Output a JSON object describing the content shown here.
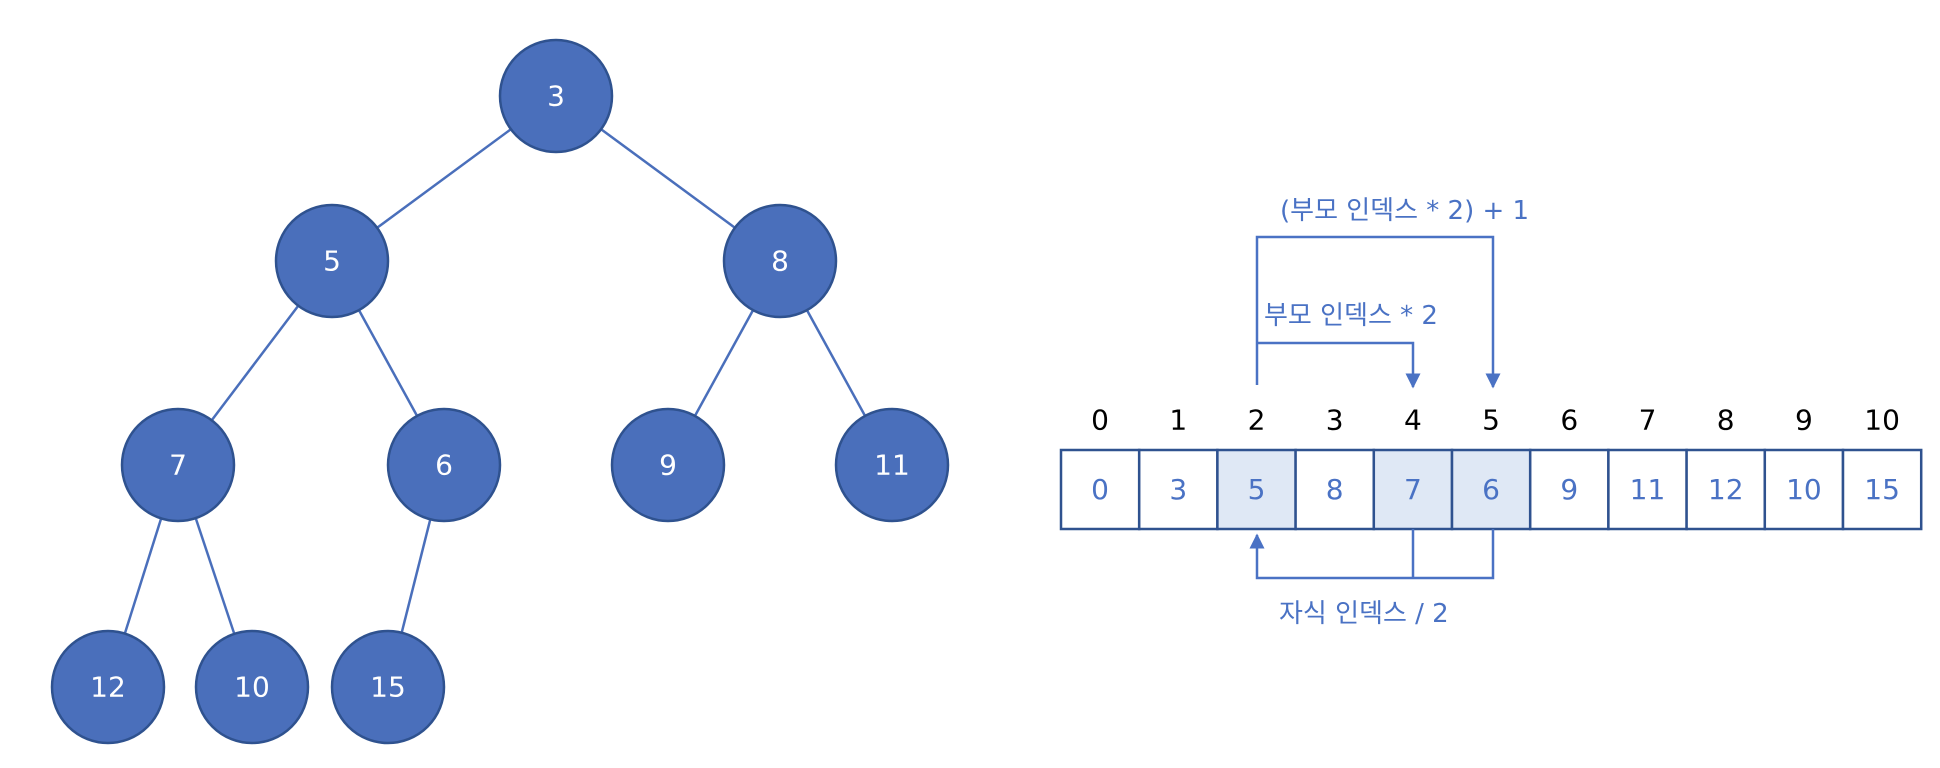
{
  "tree": {
    "nodes": [
      {
        "id": "n3",
        "value": "3"
      },
      {
        "id": "n5",
        "value": "5"
      },
      {
        "id": "n8",
        "value": "8"
      },
      {
        "id": "n7",
        "value": "7"
      },
      {
        "id": "n6",
        "value": "6"
      },
      {
        "id": "n9",
        "value": "9"
      },
      {
        "id": "n11",
        "value": "11"
      },
      {
        "id": "n12",
        "value": "12"
      },
      {
        "id": "n10",
        "value": "10"
      },
      {
        "id": "n15",
        "value": "15"
      }
    ],
    "edges": [
      [
        "n3",
        "n5"
      ],
      [
        "n3",
        "n8"
      ],
      [
        "n5",
        "n7"
      ],
      [
        "n5",
        "n6"
      ],
      [
        "n8",
        "n9"
      ],
      [
        "n8",
        "n11"
      ],
      [
        "n7",
        "n12"
      ],
      [
        "n7",
        "n10"
      ],
      [
        "n6",
        "n15"
      ]
    ]
  },
  "array": {
    "indices": [
      "0",
      "1",
      "2",
      "3",
      "4",
      "5",
      "6",
      "7",
      "8",
      "9",
      "10"
    ],
    "values": [
      "0",
      "3",
      "5",
      "8",
      "7",
      "6",
      "9",
      "11",
      "12",
      "10",
      "15"
    ],
    "highlighted": [
      2,
      4,
      5
    ]
  },
  "annotations": {
    "right_child": "(부모 인덱스 * 2) + 1",
    "left_child": "부모 인덱스 * 2",
    "parent": "자식 인덱스 / 2"
  },
  "colors": {
    "node_fill": "#4a6fbb",
    "accent": "#4a72c4",
    "highlight_cell": "#dfe8f5"
  }
}
